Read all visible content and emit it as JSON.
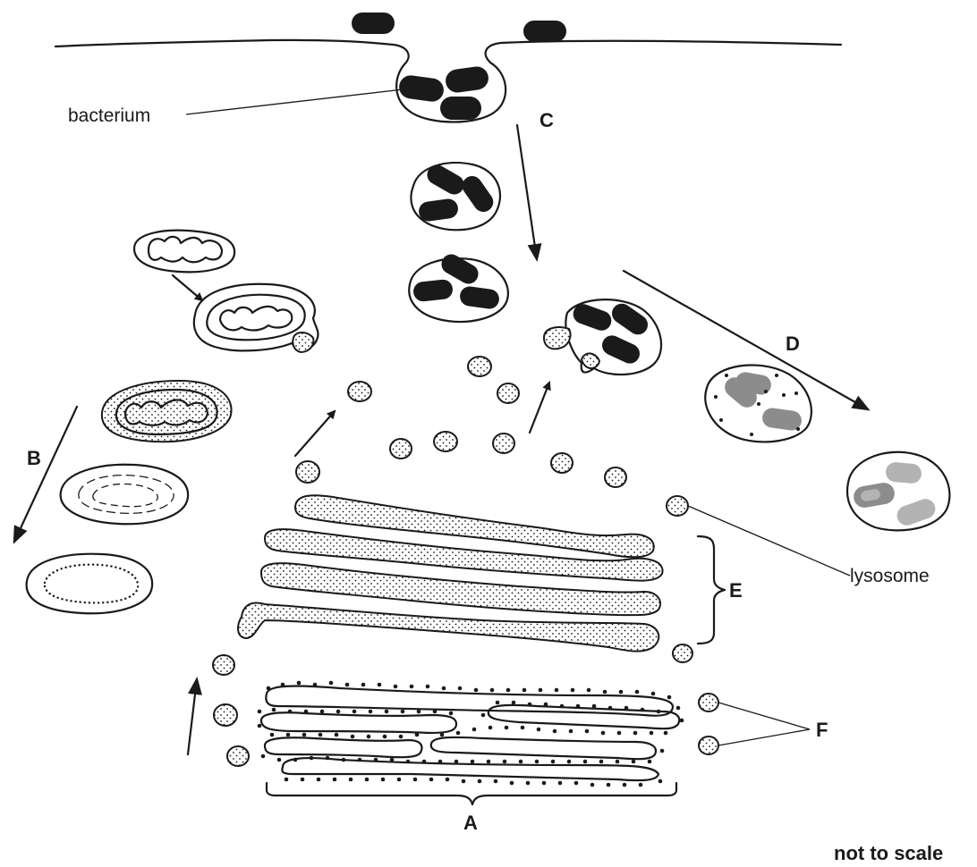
{
  "labels": {
    "bacterium": "bacterium",
    "lysosome": "lysosome",
    "A": "A",
    "B": "B",
    "C": "C",
    "D": "D",
    "E": "E",
    "F": "F",
    "scale_note": "not to scale"
  },
  "colors": {
    "line": "#1a1a1a",
    "bacterium": "#1a1a1a",
    "digested_bacterium": "#8c8c8c",
    "background": "#ffffff"
  }
}
